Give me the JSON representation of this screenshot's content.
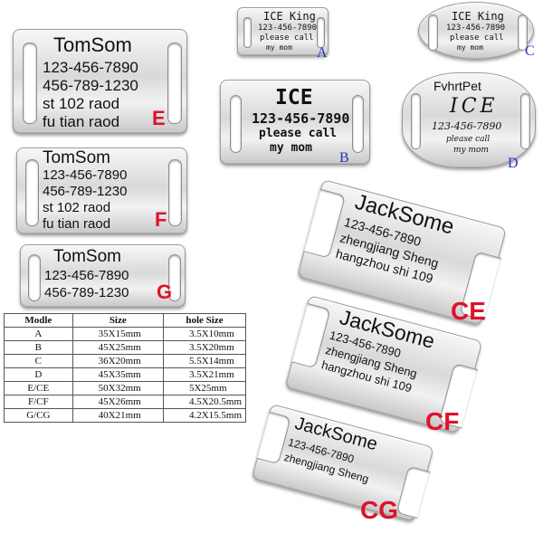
{
  "tags": {
    "e": {
      "lines": [
        "TomSom",
        "123-456-7890",
        "456-789-1230",
        "st 102 raod",
        "fu tian raod"
      ],
      "letter": "E"
    },
    "f": {
      "lines": [
        "TomSom",
        "123-456-7890",
        "456-789-1230",
        "st 102 raod",
        "fu tian raod"
      ],
      "letter": "F"
    },
    "g": {
      "lines": [
        "TomSom",
        "123-456-7890",
        "456-789-1230"
      ],
      "letter": "G"
    },
    "a": {
      "lines": [
        "ICE King",
        "123-456-7890",
        "please call",
        "my mom"
      ],
      "letter": "A"
    },
    "b": {
      "lines": [
        "ICE",
        "123-456-7890",
        "please call",
        "my mom"
      ],
      "letter": "B"
    },
    "c": {
      "lines": [
        "ICE King",
        "123-456-7890",
        "please call",
        "my mom"
      ],
      "letter": "C"
    },
    "d": {
      "lines": [
        "FvhrtPet",
        "ICE",
        "123-456-7890",
        "please call",
        "my mom"
      ],
      "letter": "D"
    },
    "ce": {
      "lines": [
        "JackSome",
        "123-456-7890",
        "zhengjiang Sheng",
        "hangzhou shi 109"
      ],
      "letter": "CE"
    },
    "cf": {
      "lines": [
        "JackSome",
        "123-456-7890",
        "zhengjiang Sheng",
        "hangzhou shi 109"
      ],
      "letter": "CF"
    },
    "cg": {
      "lines": [
        "JackSome",
        "123-456-7890",
        "zhengjiang Sheng"
      ],
      "letter": "CG"
    }
  },
  "table": {
    "headers": [
      "Modle",
      "Size",
      "hole Size"
    ],
    "rows": [
      [
        "A",
        "35X15mm",
        "3.5X10mm"
      ],
      [
        "B",
        "45X25mm",
        "3.5X20mm"
      ],
      [
        "C",
        "36X20mm",
        "5.5X14mm"
      ],
      [
        "D",
        "45X35mm",
        "3.5X21mm"
      ],
      [
        "E/CE",
        "50X32mm",
        "5X25mm"
      ],
      [
        "F/CF",
        "45X26mm",
        "4.5X20.5mm"
      ],
      [
        "G/CG",
        "40X21mm",
        "4.2X15.5mm"
      ]
    ]
  },
  "colors": {
    "label_red": "#e0102a",
    "label_blue": "#2232c8",
    "engraving": "#111111"
  }
}
